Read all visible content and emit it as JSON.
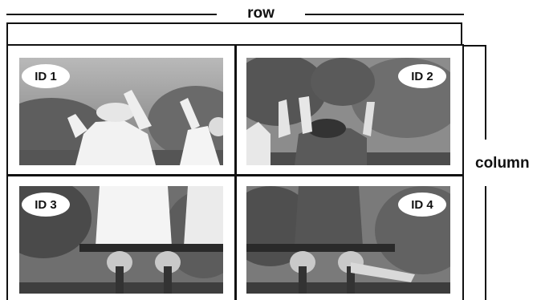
{
  "labels": {
    "row": "row",
    "column": "column"
  },
  "tiles": [
    {
      "id_label": "ID 1"
    },
    {
      "id_label": "ID 2"
    },
    {
      "id_label": "ID 3"
    },
    {
      "id_label": "ID 4"
    }
  ],
  "colors": {
    "line": "#111111",
    "badge_bg": "#ffffff"
  }
}
